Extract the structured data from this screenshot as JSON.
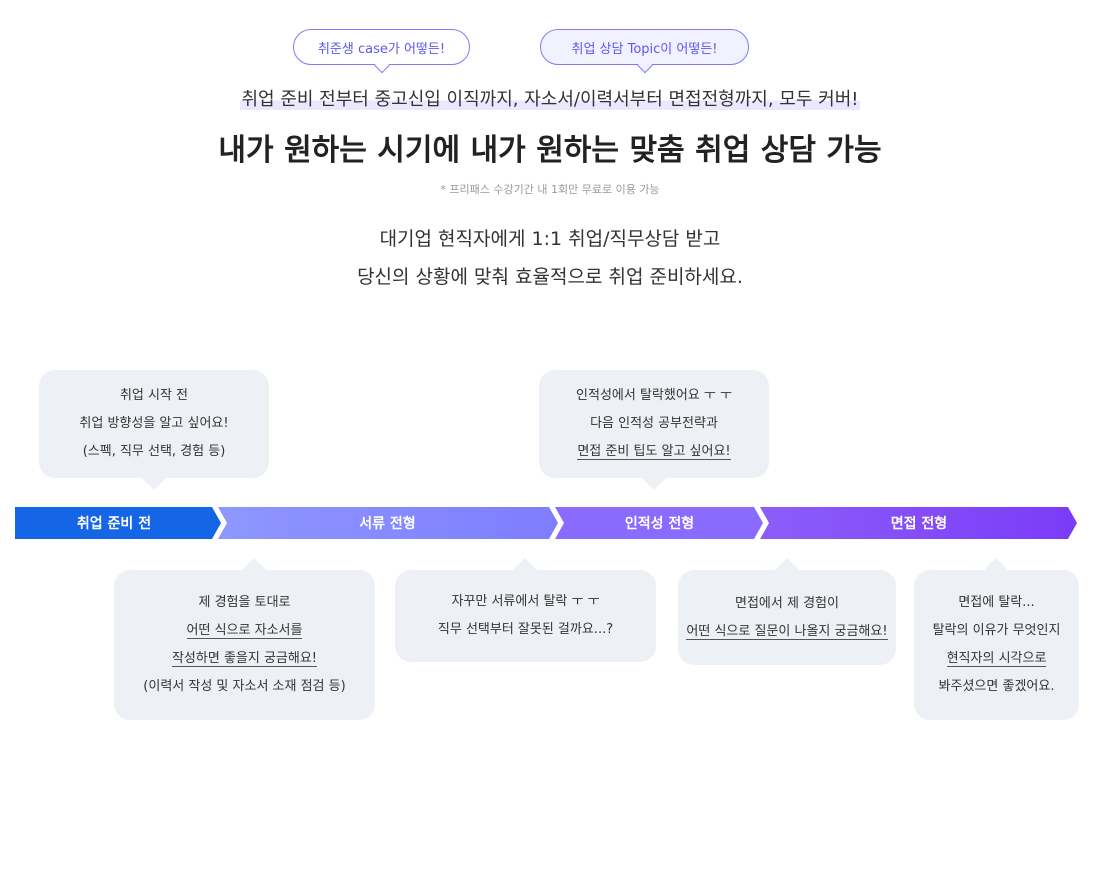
{
  "tags": [
    "취준생 case가 어떻든!",
    "취업 상담 Topic이 어떻든!"
  ],
  "lead": "취업 준비 전부터 중고신입 이직까지, 자소서/이력서부터 면접전형까지, 모두 커버!",
  "headline": "내가 원하는 시기에 내가 원하는 맞춤 취업 상담 가능",
  "note": "* 프리패스 수강기간 내 1회만 무료로 이용 가능",
  "description": [
    "대기업 현직자에게 1:1 취업/직무상담 받고",
    "당신의 상황에 맞춰 효율적으로 취업 준비하세요."
  ],
  "stages": [
    "취업 준비 전",
    "서류 전형",
    "인적성 전형",
    "면접 전형"
  ],
  "colors": {
    "stage1": "#1466e6",
    "stage2_start": "#8e97ff",
    "stage2_end": "#7e7dff",
    "stage3": "#8a6bff",
    "stage4_start": "#8c5dfa",
    "stage4_end": "#7b3bf7",
    "bubble": "#edf1f6",
    "accent": "#5e57f0"
  },
  "bubbles_top": [
    {
      "lines": [
        "취업 시작 전",
        "취업 방향성을 알고 싶어요!",
        "(스펙, 직무 선택, 경험 등)"
      ]
    },
    {
      "lines": [
        "인적성에서 탈락했어요 ㅜ ㅜ",
        "다음 인적성 공부전략과",
        "면접 준비 팁도 알고 싶어요!"
      ]
    }
  ],
  "bubbles_bottom": [
    {
      "lines": [
        "제 경험을 토대로",
        "어떤 식으로 자소서를",
        "작성하면 좋을지 궁금해요!",
        "(이력서 작성 및 자소서 소재 점검 등)"
      ]
    },
    {
      "lines": [
        "자꾸만 서류에서 탈락 ㅜ ㅜ",
        "직무 선택부터 잘못된 걸까요...?"
      ]
    },
    {
      "lines": [
        "면접에서 제 경험이",
        "어떤 식으로 질문이 나올지 궁금해요!"
      ]
    },
    {
      "lines": [
        "면접에 탈락...",
        "탈락의 이유가 무엇인지",
        "현직자의 시각으로",
        "봐주셨으면 좋겠어요."
      ]
    }
  ]
}
